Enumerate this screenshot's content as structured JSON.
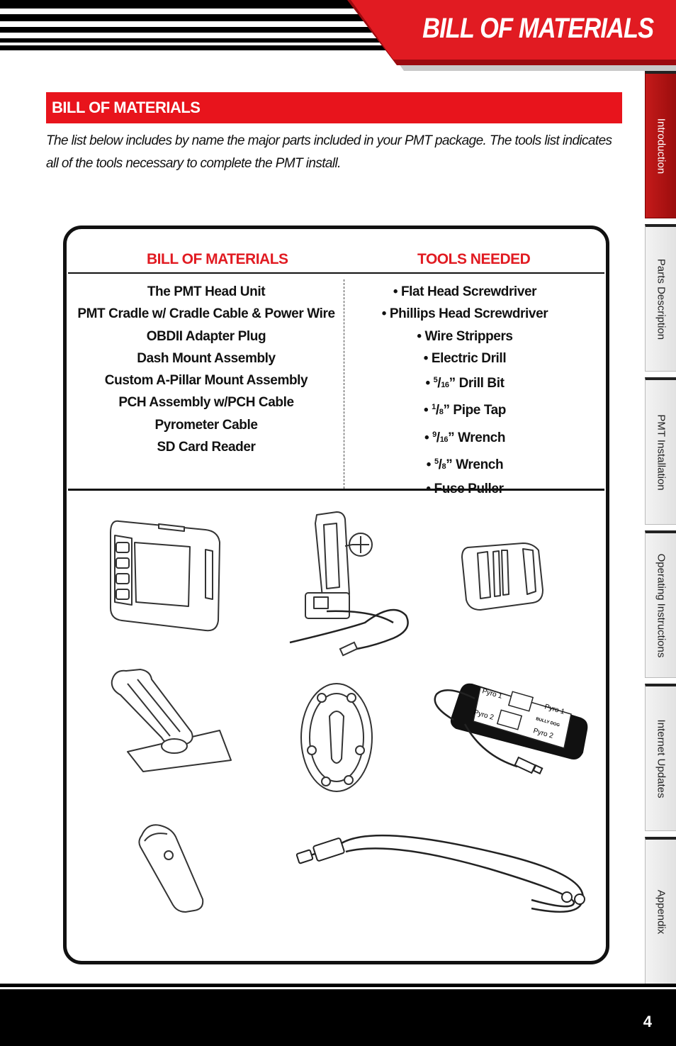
{
  "header": {
    "title": "BILL OF MATERIALS"
  },
  "side_tabs": [
    {
      "label": "Introduction",
      "active": true
    },
    {
      "label": "Parts Description",
      "active": false
    },
    {
      "label": "PMT Installation",
      "active": false
    },
    {
      "label": "Operating Instructions",
      "active": false
    },
    {
      "label": "Internet Updates",
      "active": false
    },
    {
      "label": "Appendix",
      "active": false
    }
  ],
  "section": {
    "heading": "BILL OF MATERIALS",
    "intro": "The list below includes by name the major parts included in your PMT package. The tools list indicates all of the tools necessary to complete the PMT install."
  },
  "table": {
    "materials_heading": "BILL OF MATERIALS",
    "tools_heading": "TOOLS NEEDED",
    "materials": [
      "The PMT Head Unit",
      "PMT Cradle w/ Cradle Cable & Power Wire",
      "OBDII Adapter Plug",
      "Dash Mount Assembly",
      "Custom A-Pillar Mount Assembly",
      "PCH Assembly w/PCH Cable",
      "Pyrometer Cable",
      "SD Card Reader"
    ],
    "tools": {
      "flat_head": "• Flat Head Screwdriver",
      "phillips": "• Phillips Head Screwdriver",
      "strippers": "• Wire Strippers",
      "drill": "• Electric Drill",
      "drill_bit": {
        "bullet": "• ",
        "num": "5",
        "den": "16",
        "rest": "” Drill Bit"
      },
      "pipe_tap": {
        "bullet": "• ",
        "num": "1",
        "den": "8",
        "rest": "” Pipe Tap"
      },
      "wrench_9_16": {
        "bullet": "• ",
        "num": "9",
        "den": "16",
        "rest": "” Wrench"
      },
      "wrench_5_8": {
        "bullet": "• ",
        "num": "5",
        "den": "8",
        "rest": "” Wrench"
      },
      "fuse_puller": "• Fuse Puller"
    }
  },
  "illustrations": {
    "pch_labels": {
      "pyro1_a": "Pyro 1",
      "pyro2_a": "Pyro 2",
      "pyro1_b": "Pyro 1",
      "pyro2_b": "Pyro 2",
      "brand": "BULLY DOG"
    }
  },
  "footer": {
    "page_number": "4"
  }
}
